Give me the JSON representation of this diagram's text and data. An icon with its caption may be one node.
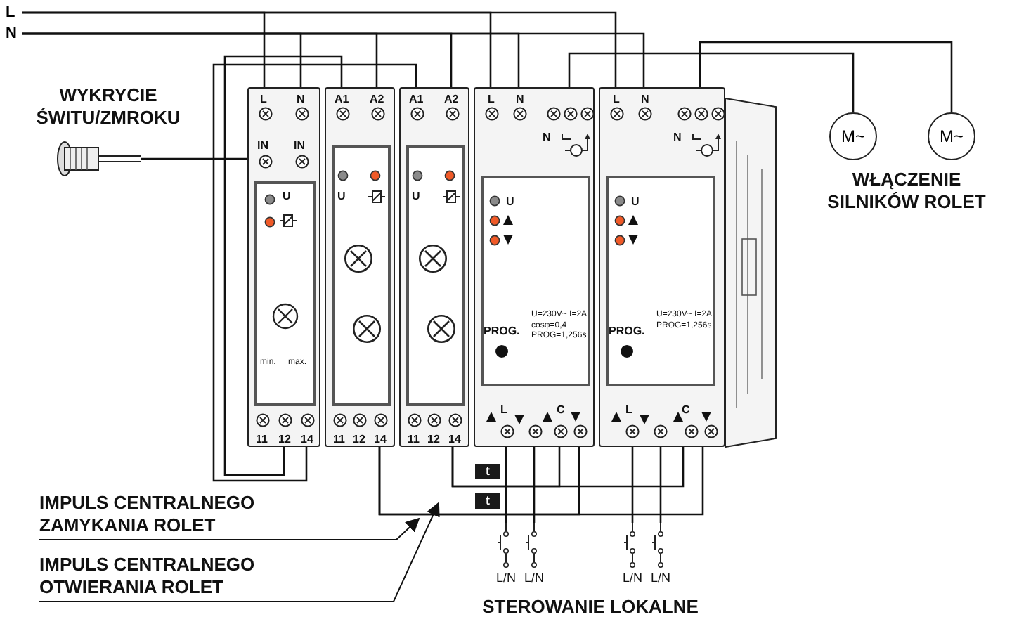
{
  "diagram": {
    "nodes": [
      {
        "text": [
          "L"
        ]
      },
      {
        "text": [
          "N"
        ]
      },
      {
        "text": [],
        "shape": "picture"
      },
      {
        "text": [
          "L",
          "N",
          "IN",
          "IN",
          "U",
          "min.",
          "max.",
          "11",
          "12",
          "14"
        ]
      },
      {
        "text": [
          "A1",
          "A2",
          "U",
          "11",
          "12",
          "14"
        ]
      },
      {
        "text": [
          "A1",
          "A2",
          "U",
          "11",
          "12",
          "14"
        ]
      },
      {
        "text": [
          "L",
          "N",
          "N",
          "U",
          "PROG.",
          "U=230V~ I=2A cosφ=0,4 PROG=1,256s",
          "L",
          "C"
        ]
      },
      {
        "text": [
          "L",
          "N",
          "N",
          "U",
          "PROG.",
          "U=230V~ I=2A PROG=1,256s",
          "L",
          "C"
        ]
      },
      {
        "text": [
          "M~"
        ]
      },
      {
        "text": [
          "M~"
        ]
      },
      {
        "text": [
          "t"
        ]
      },
      {
        "text": [
          "t"
        ]
      },
      {
        "text": [],
        "shape": "switch"
      },
      {
        "text": [],
        "shape": "switch"
      },
      {
        "text": [],
        "shape": "switch"
      },
      {
        "text": [],
        "shape": "switch"
      },
      {
        "text": [
          "IMPULS CENTRALNEGO ZAMYKANIA ROLET"
        ]
      },
      {
        "text": [
          "IMPULS CENTRALNEGO OTWIERANIA ROLET"
        ]
      }
    ],
    "edges": [
      {
        "from": 0,
        "to": 3,
        "arrow": "none"
      },
      {
        "from": 1,
        "to": 3,
        "arrow": "none"
      },
      {
        "from": 1,
        "to": 4,
        "arrow": "none"
      },
      {
        "from": 1,
        "to": 5,
        "arrow": "none"
      },
      {
        "from": 0,
        "to": 6,
        "arrow": "none"
      },
      {
        "from": 1,
        "to": 6,
        "arrow": "none"
      },
      {
        "from": 0,
        "to": 7,
        "arrow": "none"
      },
      {
        "from": 1,
        "to": 7,
        "arrow": "none"
      },
      {
        "from": 2,
        "to": 3,
        "arrow": "none"
      },
      {
        "from": 3,
        "to": 4,
        "arrow": "none"
      },
      {
        "from": 3,
        "to": 5,
        "arrow": "none"
      },
      {
        "from": 6,
        "to": 8,
        "arrow": "none"
      },
      {
        "from": 7,
        "to": 9,
        "arrow": "none"
      },
      {
        "from": 4,
        "to": 6,
        "arrow": "none"
      },
      {
        "from": 4,
        "to": 7,
        "arrow": "none"
      },
      {
        "from": 5,
        "to": 6,
        "arrow": "none"
      },
      {
        "from": 5,
        "to": 7,
        "arrow": "none"
      },
      {
        "from": 12,
        "to": 6,
        "arrow": "none"
      },
      {
        "from": 13,
        "to": 6,
        "arrow": "none"
      },
      {
        "from": 14,
        "to": 7,
        "arrow": "none"
      },
      {
        "from": 15,
        "to": 7,
        "arrow": "none"
      },
      {
        "from": 16,
        "to": null,
        "arrow": "to"
      },
      {
        "from": 17,
        "to": null,
        "arrow": "to"
      }
    ],
    "labels": [
      "WYKRYCIE ŚWITU/ZMROKU",
      "WŁĄCZENIE SILNIKÓW ROLET",
      "L/N",
      "L/N",
      "L/N",
      "L/N",
      "STEROWANIE LOKALNE"
    ]
  }
}
